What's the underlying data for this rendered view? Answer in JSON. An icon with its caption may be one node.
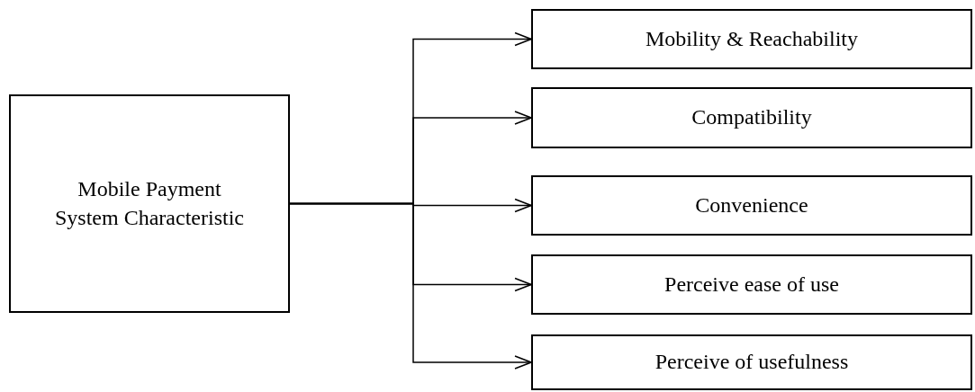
{
  "diagram": {
    "nodes": [
      {
        "text": [
          "Mobile Payment System Characteristic"
        ]
      },
      {
        "text": [
          "Mobility & Reachability"
        ]
      },
      {
        "text": [
          "Compatibility"
        ]
      },
      {
        "text": [
          "Convenience"
        ]
      },
      {
        "text": [
          "Perceive ease of use"
        ]
      },
      {
        "text": [
          "Perceive of usefulness"
        ]
      }
    ],
    "edges": [
      {
        "from": 0,
        "to": 1,
        "arrow": "to"
      },
      {
        "from": 0,
        "to": 2,
        "arrow": "to"
      },
      {
        "from": 0,
        "to": 3,
        "arrow": "to"
      },
      {
        "from": 0,
        "to": 4,
        "arrow": "to"
      },
      {
        "from": 0,
        "to": 5,
        "arrow": "to"
      }
    ]
  }
}
